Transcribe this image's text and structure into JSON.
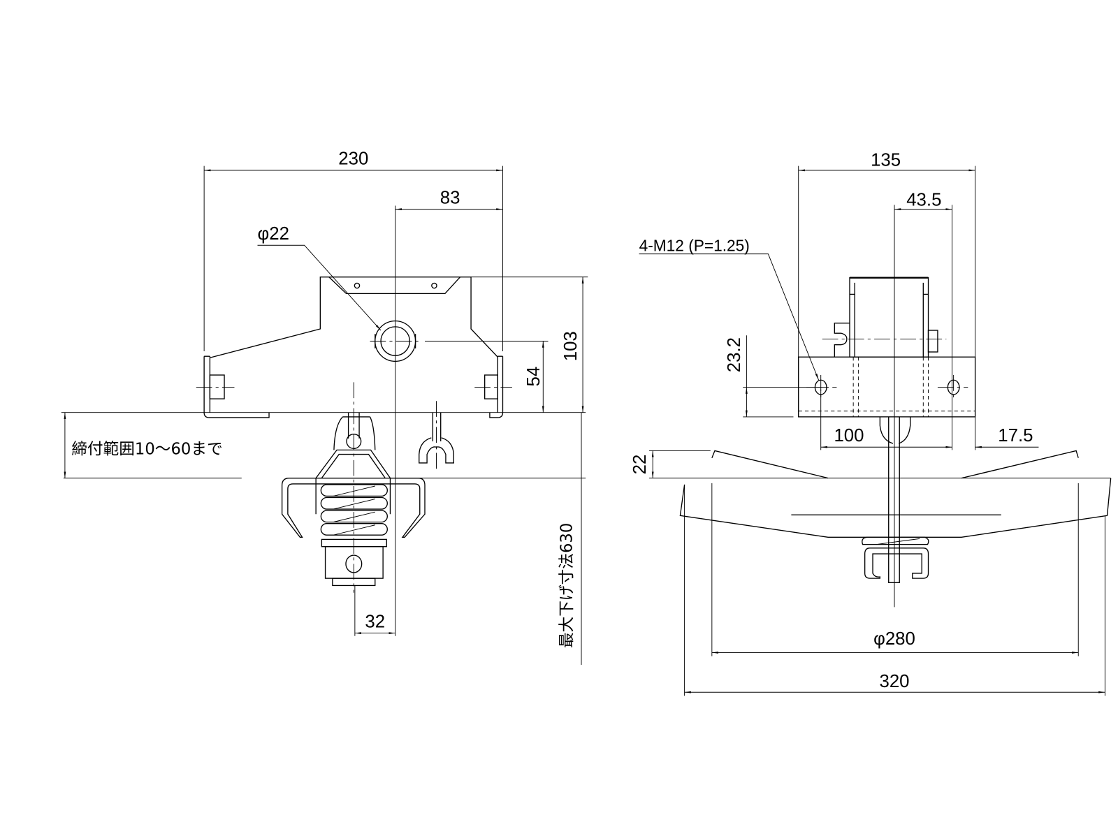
{
  "left_view": {
    "dim_overall_width": "230",
    "dim_center_offset": "83",
    "dim_hole_diameter": "φ22",
    "dim_height": "103",
    "dim_hole_height": "54",
    "dim_rod_offset": "32",
    "clamp_range_note": "締付範囲10～60まで",
    "max_drop_note": "最大下げ寸法630"
  },
  "right_view": {
    "dim_block_width": "135",
    "dim_center_offset": "43.5",
    "thread_note": "4-M12 (P=1.25)",
    "dim_hole_height": "23.2",
    "dim_hole_pitch": "100",
    "dim_hole_edge": "17.5",
    "dim_flange_height": "22",
    "dim_shade_diameter": "φ280",
    "dim_shade_outer": "320"
  }
}
